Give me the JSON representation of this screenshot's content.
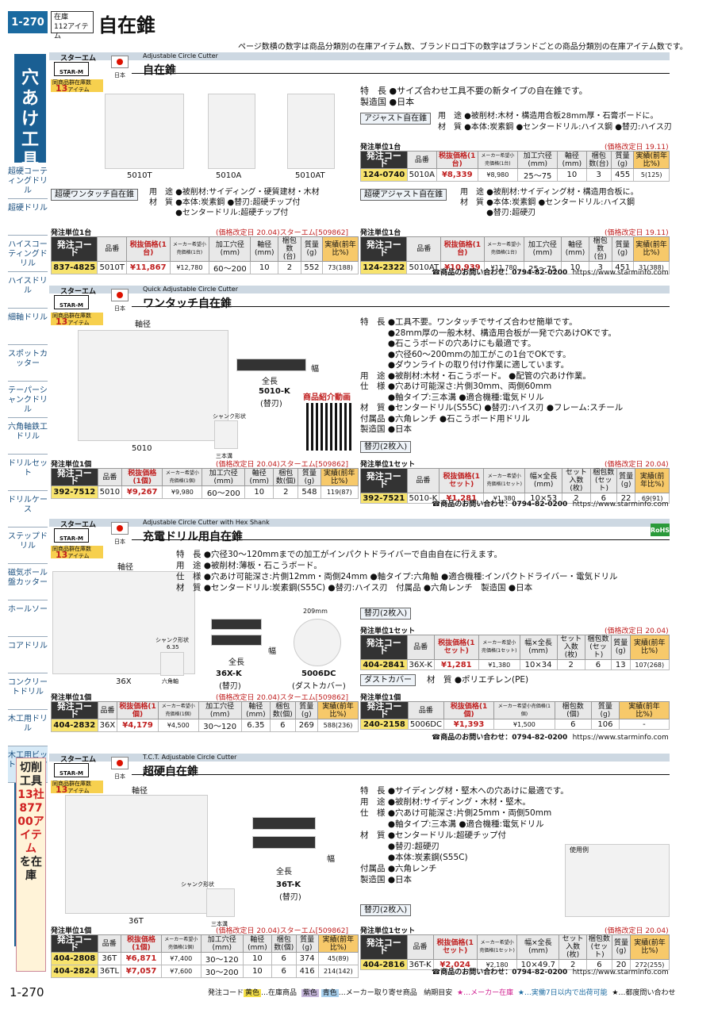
{
  "page": {
    "number": "1-270",
    "stock_label": "在庫",
    "stock_items": "112アイテム",
    "title": "自在錐",
    "note": "ページ数横の数字は商品分類別の在庫アイテム数、ブランドロゴ下の数字はブランドごとの商品分類別の在庫アイテム数です。"
  },
  "sidebar": {
    "title": "穴あけ工具",
    "items": [
      "超硬コーティングドリル",
      "超硬ドリル",
      "ハイスコーティングドリル",
      "ハイスドリル",
      "細軸ドリル",
      "スポットカッター",
      "テーパーシャンクドリル",
      "六角軸鉄工ドリル",
      "ドリルセット",
      "ドリルケース",
      "ステップドリル",
      "磁気ボール盤カッター",
      "ホールソー",
      "コアドリル",
      "コンクリートドリル",
      "木工用ドリル",
      "木工用ビット・カッター"
    ],
    "promo_a": "切削工具",
    "promo_b": "13社87700アイテム",
    "promo_c": "を在庫"
  },
  "footer": {
    "legend_a": "発注コード",
    "legend_yellow": "黄色",
    "legend_b": "…在庫商品",
    "legend_purple": "紫色",
    "legend_blue": "青色",
    "legend_c": "…メーカー取り寄せ商品",
    "legend_d": "納期目安",
    "legend_e": "★…メーカー在庫",
    "legend_f": "★…実働7日以内で出荷可能",
    "legend_g": "★…都度問い合わせ"
  },
  "common": {
    "brand": "スターエム",
    "logo": "STAR-M",
    "country_label": "日本",
    "category_lbl": "同商品群在庫数",
    "category_count": "13",
    "category_unit": "アイテム",
    "code": "発注コード",
    "hinban": "品番",
    "contact": "☎商品のお問い合わせ：0794-82-0200",
    "url": "https://www.starminfo.com"
  },
  "s1": {
    "en": "Adjustable Circle Cutter",
    "ja": "自在錐",
    "photos": [
      "5010T",
      "5010A",
      "5010AT"
    ],
    "spec": [
      "特　長 ●サイズ合わせ工具不要の新タイプの自在錐です。",
      "製造国 ●日本"
    ],
    "a_head": "アジャスト自在錐",
    "a_spec": [
      "用　途 ●被削材:木材・構造用合板28mm厚・石膏ボードに。",
      "材　質 ●本体:炭素鋼 ●センタードリル:ハイス鋼 ●替刃:ハイス刃"
    ],
    "a_unit": "発注単位1台",
    "a_note": "(価格改定日 19.11)",
    "a_headers": [
      "税抜価格(1台)",
      "メーカー希望小売価格(1台)",
      "加工穴径(mm)",
      "軸径(mm)",
      "梱包数(台)",
      "質量(g)",
      "実績(前年比%)"
    ],
    "a_row": [
      "124-0740",
      "5010A",
      "¥8,339",
      "¥8,980",
      "25～75",
      "10",
      "3",
      "455",
      "5(125)"
    ],
    "w_head": "超硬ワンタッチ自在錐",
    "w_spec": [
      "用　途 ●被削材:サイディング・硬質建材・木材",
      "材　質 ●本体:炭素鋼 ●替刃:超硬チップ付",
      "　　　 ●センタードリル:超硬チップ付"
    ],
    "w_unit": "発注単位1台",
    "w_note": "(価格改定日 20.04)スターエム[509862]",
    "w_headers": [
      "税抜価格(1台)",
      "メーカー希望小売価格(1台)",
      "加工穴径(mm)",
      "軸径(mm)",
      "梱包数(台)",
      "質量(g)",
      "実績(前年比%)"
    ],
    "w_row": [
      "837-4825",
      "5010T",
      "¥11,867",
      "¥12,780",
      "60～200",
      "10",
      "2",
      "552",
      "73(188)"
    ],
    "c_head": "超硬アジャスト自在錐",
    "c_spec": [
      "用　途 ●被削材:サイディング材・構造用合板に。",
      "材　質 ●本体:炭素鋼 ●センタードリル:ハイス鋼",
      "　　　 ●替刃:超硬刃"
    ],
    "c_unit": "発注単位1台",
    "c_note": "(価格改定日 19.11)",
    "c_row": [
      "124-2322",
      "5010AT",
      "¥10,939",
      "¥11,780",
      "25～75",
      "10",
      "3",
      "451",
      "31(388)"
    ]
  },
  "s2": {
    "en": "Quick Adjustable Circle Cutter",
    "ja": "ワンタッチ自在錐",
    "ph_main": "5010",
    "ph_blade": "5010-K",
    "ph_blade2": "(替刃)",
    "axis": "軸径",
    "width": "幅",
    "length": "全長",
    "shank": "シャンク形状",
    "shank_type": "三本溝",
    "video": "商品紹介動画",
    "spec": [
      "特　長 ●工具不要。ワンタッチでサイズ合わせ簡単です。",
      "　　　 ●28mm厚の一般木材、構造用合板が一発で穴あけOKです。",
      "　　　 ●石こうボードの穴あけにも最適です。",
      "　　　 ●穴径60～200mmの加工がこの1台でOKです。",
      "　　　 ●ダウンライトの取り付け作業に適しています。",
      "用　途 ●被削材:木材・石こうボード。 ●配管の穴あけ作業。",
      "仕　様 ●穴あけ可能深さ:片側30mm、両側60mm",
      "　　　 ●軸タイプ:三本溝 ●適合機種:電気ドリル",
      "材　質 ●センタードリル(S55C) ●替刃:ハイス刃 ●フレーム:スチール",
      "付属品 ●六角レンチ ●石こうボード用ドリル",
      "製造国 ●日本"
    ],
    "unit": "発注単位1個",
    "note": "(価格改定日 20.04)スターエム[509862]",
    "headers": [
      "税抜価格(1個)",
      "メーカー希望小売価格(1個)",
      "加工穴径(mm)",
      "軸径(mm)",
      "梱包数(個)",
      "質量(g)",
      "実績(前年比%)"
    ],
    "row": [
      "392-7512",
      "5010",
      "¥9,267",
      "¥9,980",
      "60～200",
      "10",
      "2",
      "548",
      "119(87)"
    ],
    "r_head": "替刃(2枚入)",
    "r_unit": "発注単位1セット",
    "r_note": "(価格改定日 20.04)",
    "r_headers": [
      "税抜価格(1セット)",
      "メーカー希望小売価格(1セット)",
      "幅×全長(mm)",
      "セット入数(枚)",
      "梱包数(セット)",
      "質量(g)",
      "実績(前年比%)"
    ],
    "r_row": [
      "392-7521",
      "5010-K",
      "¥1,281",
      "¥1,380",
      "10×53",
      "2",
      "6",
      "22",
      "69(91)"
    ]
  },
  "s3": {
    "en": "Adjustable Circle Cutter with Hex Shank",
    "ja": "充電ドリル用自在錐",
    "rohs": "RoHS",
    "ph_main": "36X",
    "ph_blade": "36X-K",
    "ph_blade2": "(替刃)",
    "ph_cover": "5006DC",
    "ph_cover2": "(ダストカバー)",
    "cover_size": "209mm",
    "shank_dim": "6.35",
    "shank_type": "六角軸",
    "axis": "軸径",
    "width": "幅",
    "length": "全長",
    "shank": "シャンク形状",
    "spec": [
      "特　長 ●穴径30～120mmまでの加工がインパクトドライバーで自由自在に行えます。",
      "用　途 ●被削材:薄板・石こうボード。",
      "仕　様 ●穴あけ可能深さ:片側12mm・両側24mm ●軸タイプ:六角軸 ●適合機種:インパクトドライバー・電気ドリル",
      "材　質 ●センタードリル:炭素鋼(S55C) ●替刃:ハイス刃　付属品 ●六角レンチ　製造国 ●日本"
    ],
    "unit": "発注単位1個",
    "note": "(価格改定日 20.04)スターエム[509862]",
    "headers": [
      "税抜価格(1個)",
      "メーカー希望小売価格(1個)",
      "加工穴径(mm)",
      "軸径(mm)",
      "梱包数(個)",
      "質量(g)",
      "実績(前年比%)"
    ],
    "row": [
      "404-2832",
      "36X",
      "¥4,179",
      "¥4,500",
      "30～120",
      "6.35",
      "6",
      "269",
      "588(236)"
    ],
    "r_head": "替刃(2枚入)",
    "r_unit": "発注単位1セット",
    "r_note": "(価格改定日 20.04)",
    "r_headers": [
      "税抜価格(1セット)",
      "メーカー希望小売価格(1セット)",
      "幅×全長(mm)",
      "セット入数(枚)",
      "梱包数(セット)",
      "質量(g)",
      "実績(前年比%)"
    ],
    "r_row": [
      "404-2841",
      "36X-K",
      "¥1,281",
      "¥1,380",
      "10×34",
      "2",
      "6",
      "13",
      "107(268)"
    ],
    "d_head": "ダストカバー",
    "d_spec": "材　質 ●ポリエチレン(PE)",
    "d_unit": "発注単位1個",
    "d_headers": [
      "税抜価格(1個)",
      "メーカー希望小売価格(1個)",
      "梱包数(個)",
      "質量(g)",
      "実績(前年比%)"
    ],
    "d_row": [
      "240-2158",
      "5006DC",
      "¥1,393",
      "¥1,500",
      "6",
      "106",
      "-"
    ]
  },
  "s4": {
    "en": "T.C.T. Adjustable Circle Cutter",
    "ja": "超硬自在錐",
    "ph_main": "36T",
    "ph_blade": "36T-K",
    "ph_blade2": "(替刃)",
    "usage": "使用例",
    "axis": "軸径",
    "width": "幅",
    "length": "全長",
    "shank": "シャンク形状",
    "shank_type": "三本溝",
    "spec": [
      "特　長 ●サイディング材・堅木への穴あけに最適です。",
      "用　途 ●被削材:サイディング・木材・堅木。",
      "仕　様 ●穴あけ可能深さ:片側25mm・両側50mm",
      "　　　 ●軸タイプ:三本溝 ●適合機種:電気ドリル",
      "材　質 ●センタードリル:超硬チップ付",
      "　　　 ●替刃:超硬刃",
      "　　　 ●本体:炭素鋼(S55C)",
      "付属品 ●六角レンチ",
      "製造国 ●日本"
    ],
    "unit": "発注単位1個",
    "note": "(価格改定日 20.04)スターエム[509862]",
    "headers": [
      "税抜価格(1個)",
      "メーカー希望小売価格(1個)",
      "加工穴径(mm)",
      "軸径(mm)",
      "梱包数(個)",
      "質量(g)",
      "実績(前年比%)"
    ],
    "rows": [
      [
        "404-2808",
        "36T",
        "¥6,871",
        "¥7,400",
        "30～120",
        "10",
        "6",
        "374",
        "45(89)"
      ],
      [
        "404-2824",
        "36TL",
        "¥7,057",
        "¥7,600",
        "30～200",
        "10",
        "6",
        "416",
        "214(142)"
      ]
    ],
    "r_head": "替刃(2枚入)",
    "r_unit": "発注単位1セット",
    "r_note": "(価格改定日 20.04)",
    "r_headers": [
      "税抜価格(1セット)",
      "メーカー希望小売価格(1セット)",
      "幅×全長(mm)",
      "セット入数(枚)",
      "梱包数(セット)",
      "質量(g)",
      "実績(前年比%)"
    ],
    "r_row": [
      "404-2816",
      "36T-K",
      "¥2,024",
      "¥2,180",
      "10×49.7",
      "2",
      "6",
      "20",
      "272(255)"
    ]
  },
  "colors": {
    "accent": "#1a5f93",
    "code_bg": "#f7e36d",
    "price": "#c02020",
    "category": "#f7d04e"
  }
}
